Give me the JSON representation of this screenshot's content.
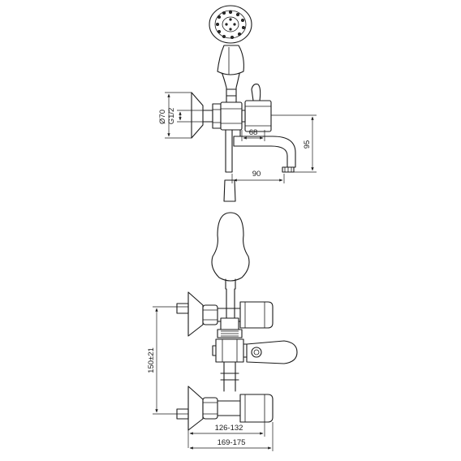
{
  "dimensions": {
    "shroud_diameter": "Ø70",
    "thread": "G1/2",
    "spout_offset": "68",
    "spout_reach": "90",
    "spout_height": "95",
    "inlet_spacing": "150±21",
    "body_depth": "126-132",
    "overall_depth": "169-175"
  }
}
